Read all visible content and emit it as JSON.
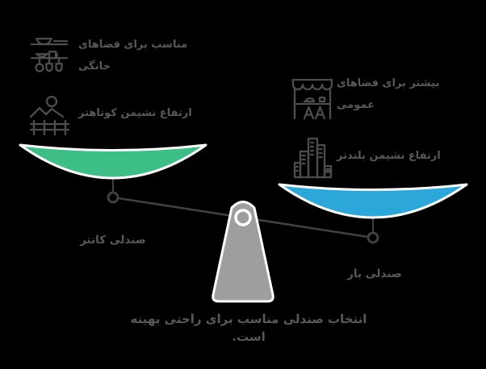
{
  "canvas": {
    "background": "#000000"
  },
  "colors": {
    "counter_pan_green": "#3CBE86",
    "bar_pan_blue": "#2CA7DA",
    "pan_outline": "#FFFFFF",
    "beam_gray": "#404040",
    "fulcrum_gray": "#9E9E9E",
    "text_gray": "#595959",
    "icon_gray": "#4D4D4D"
  },
  "counter_side": {
    "feature_1": {
      "icon": "kitchen-shelf-icon",
      "line1": "مناسب برای فضاهای",
      "line2": "خانگی"
    },
    "feature_2": {
      "icon": "landscape-fence-icon",
      "line1": "ارتفاع نشیمن کوتاهتر"
    },
    "pan_label": "صندلی کانتر"
  },
  "bar_side": {
    "feature_1": {
      "icon": "market-stall-icon",
      "line1": "بیشتر برای فضاهای",
      "line2": "عمومی"
    },
    "feature_2": {
      "icon": "city-buildings-icon",
      "line1": "ارتفاع نشیمن بلندتر"
    },
    "pan_label": "صندلی بار"
  },
  "caption": "انتخاب صندلی مناسب برای راحتی بهینه است."
}
